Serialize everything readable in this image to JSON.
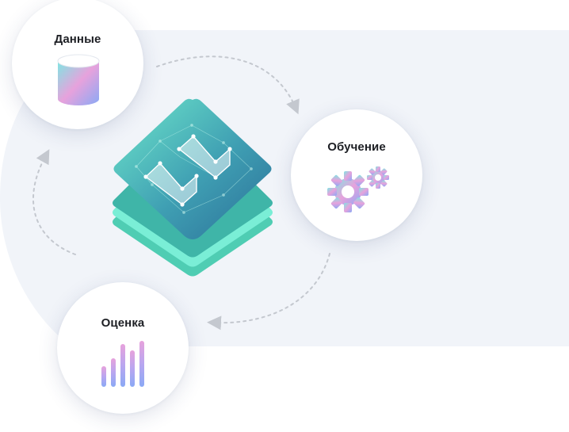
{
  "diagram": {
    "nodes": [
      {
        "id": "data",
        "label": "Данные",
        "icon": "database-cylinder-icon"
      },
      {
        "id": "training",
        "label": "Обучение",
        "icon": "gears-icon"
      },
      {
        "id": "evaluation",
        "label": "Оценка",
        "icon": "bar-chart-icon"
      }
    ],
    "center": {
      "icon": "ml-model-logo-icon"
    },
    "flow": [
      "data",
      "training",
      "evaluation",
      "data"
    ],
    "colors": {
      "panel": "#f1f4f9",
      "teal": "#5fe5c6",
      "deep_teal": "#2b7f9e",
      "gradient_pink": "#e7a2dc",
      "gradient_blue": "#8aa9f5",
      "arrow": "#c4c8cf"
    }
  }
}
